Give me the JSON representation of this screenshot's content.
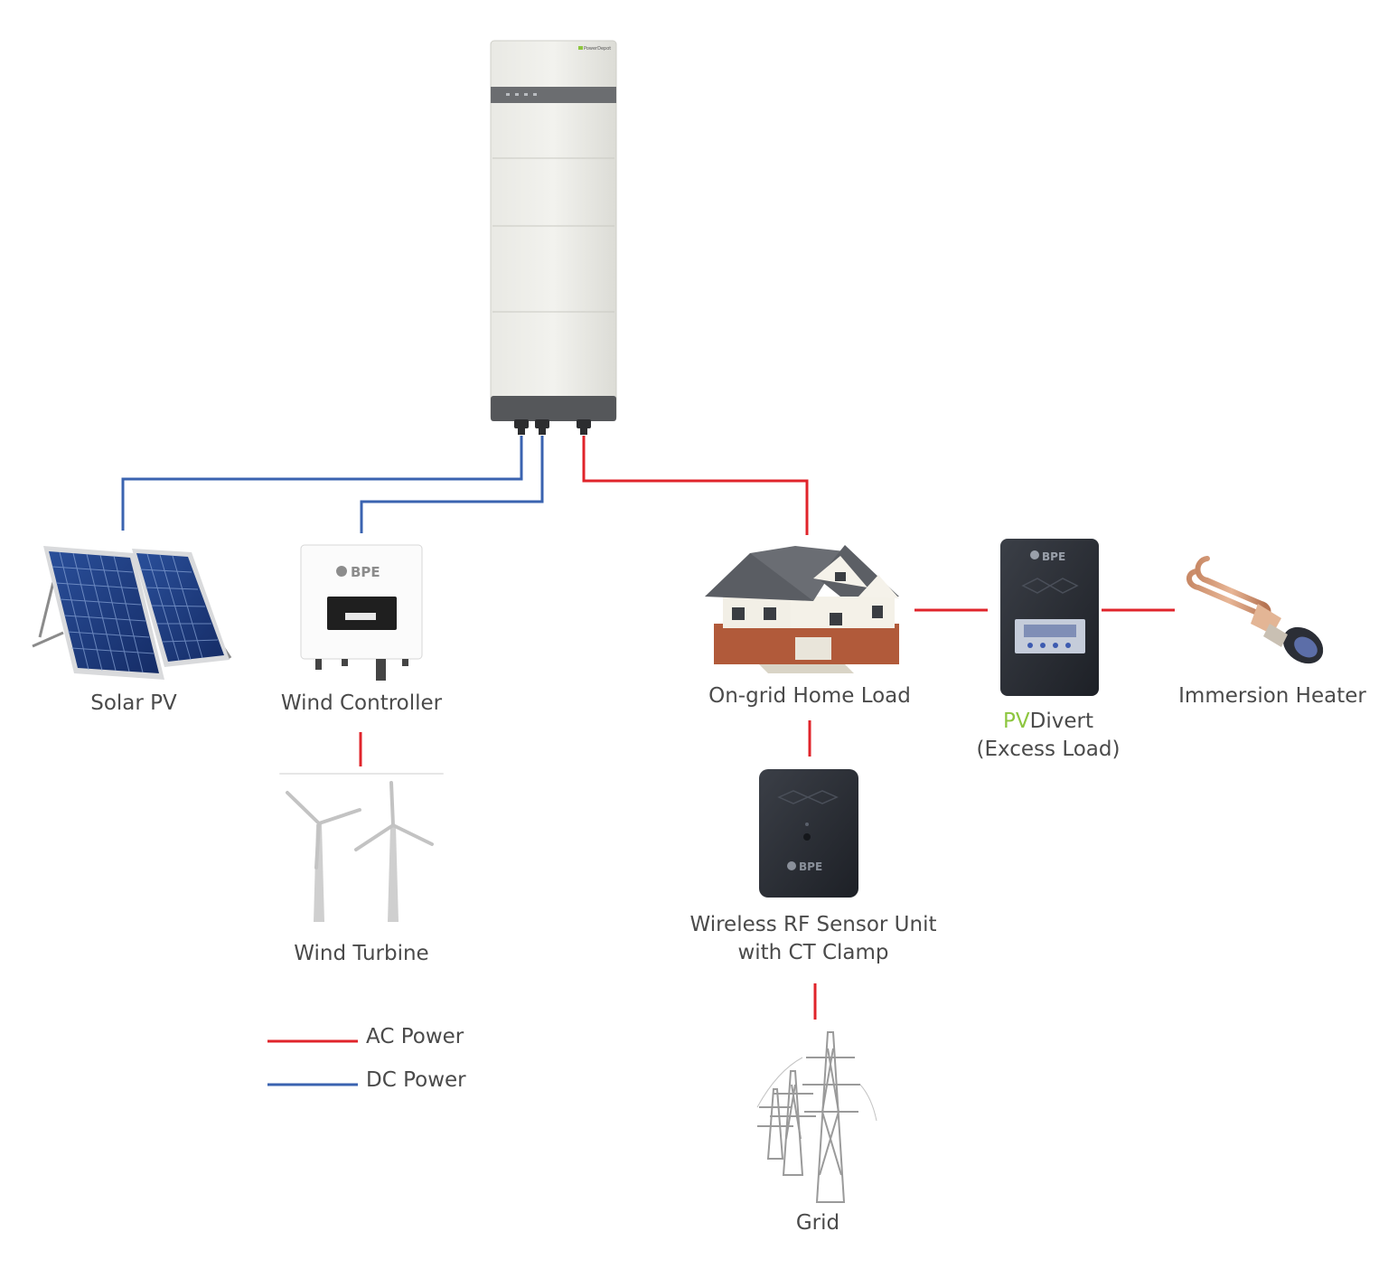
{
  "colors": {
    "ac_power": "#e0242b",
    "dc_power": "#3a63b0",
    "accent_green": "#8dc63f"
  },
  "battery": {
    "brand_text": "PowerDepot"
  },
  "components": {
    "solar_pv": "Solar PV",
    "wind_controller": "Wind Controller",
    "wind_turbine": "Wind Turbine",
    "home_load": "On-grid Home Load",
    "pvdivert_pv": "PV",
    "pvdivert_rest": "Divert",
    "pvdivert_sub": "(Excess Load)",
    "immersion_heater": "Immersion Heater",
    "sensor_line1": "Wireless RF Sensor Unit",
    "sensor_line2": "with CT Clamp",
    "grid": "Grid"
  },
  "device_brand": "BPE",
  "legend": {
    "ac": "AC Power",
    "dc": "DC Power"
  }
}
